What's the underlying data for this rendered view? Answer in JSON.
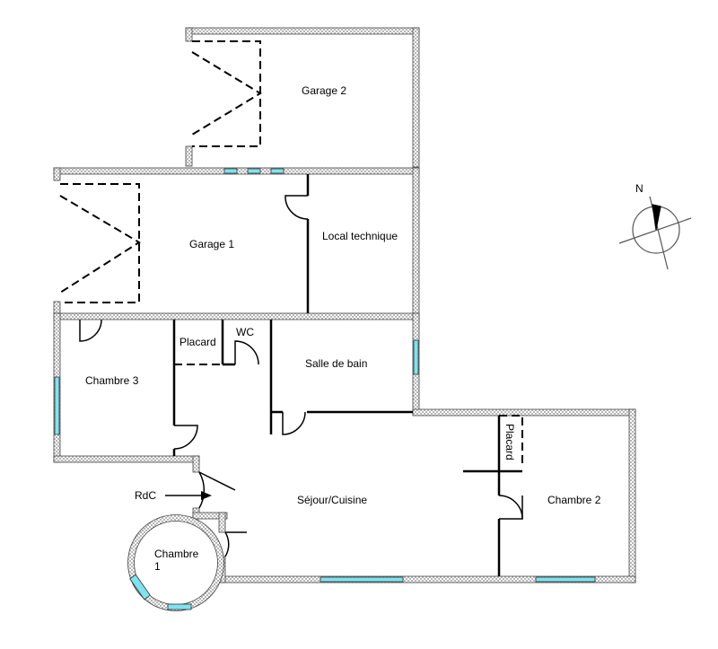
{
  "plan": {
    "rooms": {
      "garage2": "Garage 2",
      "garage1": "Garage 1",
      "local_technique": "Local technique",
      "chambre3": "Chambre 3",
      "placard1": "Placard",
      "wc": "WC",
      "salle_de_bain": "Salle de bain",
      "sejour": "Séjour/Cuisine",
      "chambre2": "Chambre 2",
      "placard2": "Placard",
      "chambre1_line1": "Chambre",
      "chambre1_line2": "1"
    },
    "entrance_label": "RdC",
    "compass_label": "N"
  },
  "colors": {
    "wall_fill": "#ffffff",
    "wall_pattern": "#aaaaaa",
    "window": "#7fe3ef",
    "line": "#000000"
  }
}
